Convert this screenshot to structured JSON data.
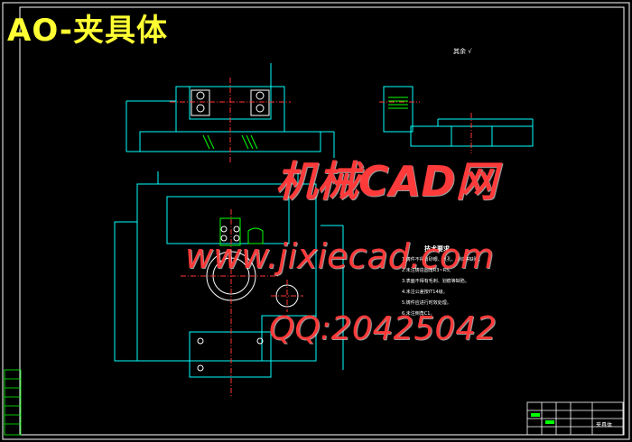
{
  "drawing_title": "AO-夹具体",
  "watermark": {
    "line1": "机械CAD网",
    "line2": "www.jixiecad.com",
    "line3": "QQ:20425042"
  },
  "technical_requirements": {
    "title": "技术要求",
    "items": [
      "1.铸件不得有砂眼、气孔、裂纹等缺陷。",
      "2.未注铸造圆角R3~R5。",
      "3.表面不得有毛刺、划痕等缺陷。",
      "4.未注公差按IT14级。",
      "5.铸件应进行时效处理。",
      "6.未注倒角C1。"
    ]
  },
  "roughness_mark": "其余",
  "title_block": {
    "part_name": "夹具体"
  },
  "colors": {
    "background": "#000000",
    "frame": "#ffffff",
    "outline": "#00ffff",
    "centerline": "#ff3333",
    "hatch": "#00ff00",
    "title": "#ffff33",
    "watermark": "#ff3a3a"
  }
}
